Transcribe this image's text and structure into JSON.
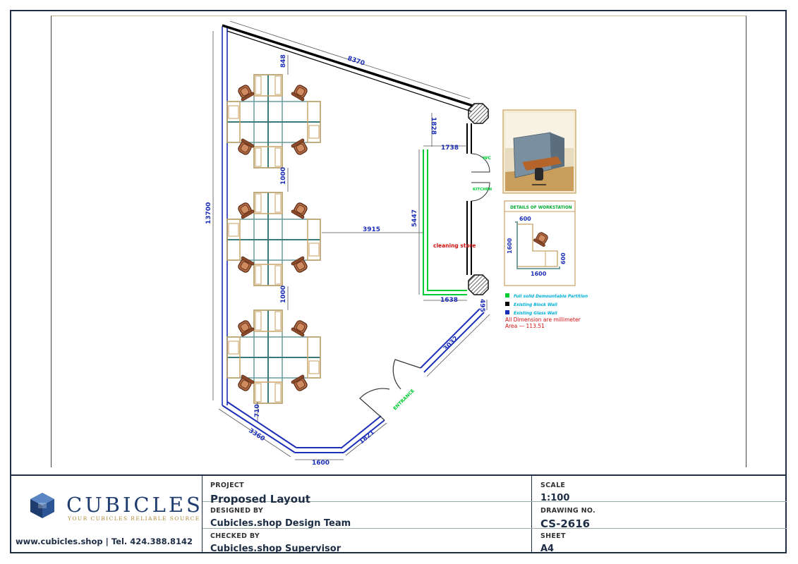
{
  "dimensions": {
    "top_diagonal": "8370",
    "top_gap": "848",
    "right_wall_upper": "1828",
    "left_wall": "13700",
    "between_clusters_1": "1000",
    "between_clusters_2": "1000",
    "corridor": "3915",
    "store_height": "5447",
    "store_top": "1738",
    "store_bottom": "1638",
    "right_small": "495",
    "entrance_wall": "3032",
    "bottom_left_diag": "3360",
    "bottom_gap": "710",
    "bottom": "1600",
    "bottom_right_diag": "1821"
  },
  "room_labels": {
    "store": "cleaning store",
    "wc": "WC",
    "kitchen": "KITCHEN",
    "entrance": "ENTRANCE"
  },
  "workstation_detail": {
    "title": "DETAILS OF WORKSTATION",
    "dim_top": "600",
    "dim_left": "1600",
    "dim_bottom": "1600",
    "dim_right": "600"
  },
  "legend": {
    "items": [
      {
        "label": "Full solid Demountable Partition",
        "color": "#00cc33",
        "text_color": "#00b0d8"
      },
      {
        "label": "Existing Block Wall",
        "color": "#000000",
        "text_color": "#00b0d8"
      },
      {
        "label": "Existing Glass Wall",
        "color": "#1c2fb8",
        "text_color": "#00b0d8"
      }
    ],
    "note_units": "All Dimension are millimeter",
    "note_area": "Area  —  113.51"
  },
  "colors": {
    "wall": "#1c2fb8",
    "partition": "#00cc33",
    "dimension": "#1c2fb8",
    "chair": "#8a4a2a",
    "desk": "#c8a060",
    "panel": "#6a9a9a",
    "brand": "#1f3c6e"
  },
  "logo": {
    "wordmark": "CUBICLES",
    "tagline": "YOUR CUBICLES RELIABLE SOURCE"
  },
  "contact": "www.cubicles.shop  |  Tel. 424.388.8142",
  "title_block": {
    "project_label": "PROJECT",
    "project_value": "Proposed Layout",
    "designed_label": "DESIGNED BY",
    "designed_value": "Cubicles.shop Design Team",
    "checked_label": "CHECKED BY",
    "checked_value": "Cubicles.shop Supervisor",
    "scale_label": "SCALE",
    "scale_value": "1:100",
    "drawing_label": "DRAWING NO.",
    "drawing_value": "CS-2616",
    "sheet_label": "SHEET",
    "sheet_value": "A4"
  }
}
